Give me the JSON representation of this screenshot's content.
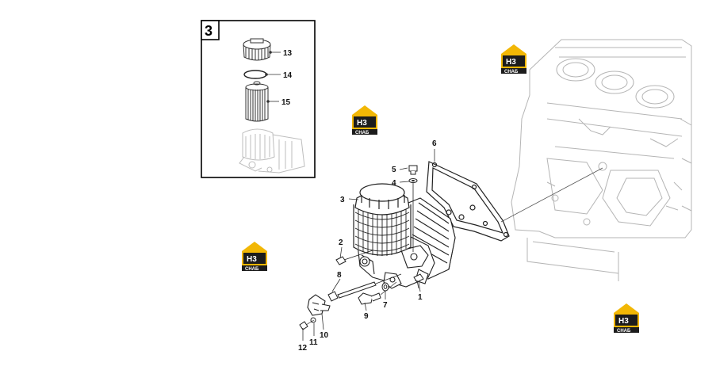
{
  "inset": {
    "number": "3"
  },
  "callouts": {
    "c1": "1",
    "c2": "2",
    "c3": "3",
    "c4": "4",
    "c5": "5",
    "c6": "6",
    "c7": "7",
    "c8": "8",
    "c9": "9",
    "c10": "10",
    "c11": "11",
    "c12": "12",
    "c13": "13",
    "c14": "14",
    "c15": "15"
  },
  "watermark": {
    "mark": "H3",
    "sub": "CHAБ"
  },
  "colors": {
    "line": "#4a4a4a",
    "faint": "#b8b8b8",
    "logo_yellow": "#f2b705",
    "logo_dark": "#1c1c1c"
  }
}
